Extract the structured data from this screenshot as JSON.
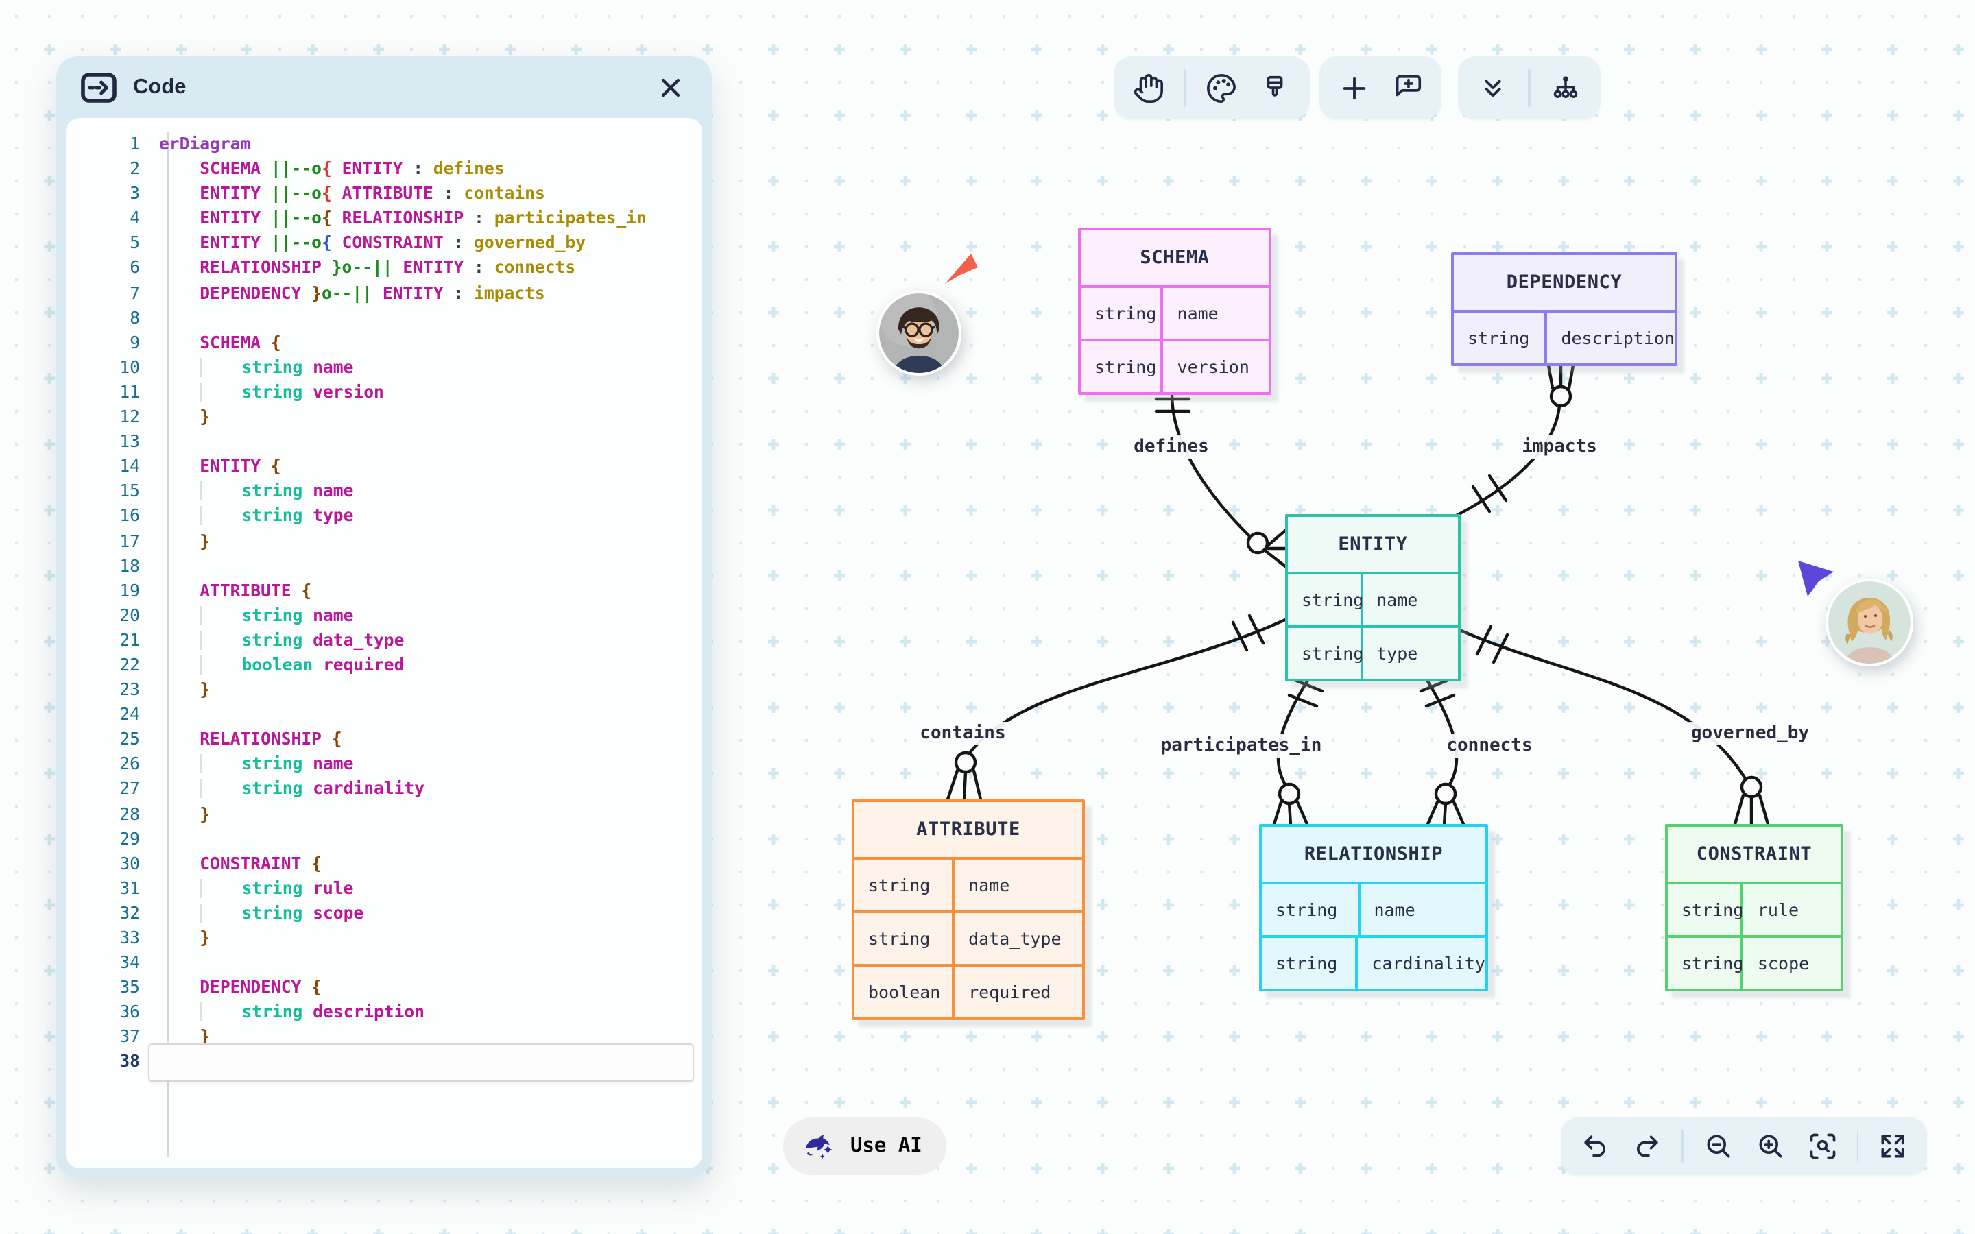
{
  "panel": {
    "title": "Code",
    "header_bg": "#d9eaf2",
    "icons": [
      "code-panel-icon",
      "close-icon"
    ]
  },
  "code": {
    "active_line": 38,
    "total_lines": 38,
    "token_colors": {
      "kw": "#9437bd",
      "ent": "#bb1699",
      "rel": "#1d8a1d",
      "br1": "#e0342f",
      "br2": "#8a4506",
      "br3": "#2d5bd6",
      "pun": "#3b3b4f",
      "lbl": "#a98b00",
      "typ": "#16bd9b",
      "att": "#bb1699"
    },
    "lines": [
      [
        [
          "erDiagram",
          "kw"
        ]
      ],
      [
        [
          "    ",
          "ws"
        ],
        [
          "SCHEMA ",
          "ent"
        ],
        [
          "||--o",
          "rel"
        ],
        [
          "{",
          "br1"
        ],
        [
          " ",
          "ws"
        ],
        [
          "ENTITY",
          "ent"
        ],
        [
          " : ",
          "pun"
        ],
        [
          "defines",
          "lbl"
        ]
      ],
      [
        [
          "    ",
          "ws"
        ],
        [
          "ENTITY ",
          "ent"
        ],
        [
          "||--o",
          "rel"
        ],
        [
          "{",
          "br1"
        ],
        [
          " ",
          "ws"
        ],
        [
          "ATTRIBUTE",
          "ent"
        ],
        [
          " : ",
          "pun"
        ],
        [
          "contains",
          "lbl"
        ]
      ],
      [
        [
          "    ",
          "ws"
        ],
        [
          "ENTITY ",
          "ent"
        ],
        [
          "||--o",
          "rel"
        ],
        [
          "{",
          "br2"
        ],
        [
          " ",
          "ws"
        ],
        [
          "RELATIONSHIP",
          "ent"
        ],
        [
          " : ",
          "pun"
        ],
        [
          "participates_in",
          "lbl"
        ]
      ],
      [
        [
          "    ",
          "ws"
        ],
        [
          "ENTITY ",
          "ent"
        ],
        [
          "||--o",
          "rel"
        ],
        [
          "{",
          "br3"
        ],
        [
          " ",
          "ws"
        ],
        [
          "CONSTRAINT",
          "ent"
        ],
        [
          " : ",
          "pun"
        ],
        [
          "governed_by",
          "lbl"
        ]
      ],
      [
        [
          "    ",
          "ws"
        ],
        [
          "RELATIONSHIP ",
          "ent"
        ],
        [
          "}o--||",
          "rel"
        ],
        [
          " ",
          "ws"
        ],
        [
          "ENTITY",
          "ent"
        ],
        [
          " : ",
          "pun"
        ],
        [
          "connects",
          "lbl"
        ]
      ],
      [
        [
          "    ",
          "ws"
        ],
        [
          "DEPENDENCY ",
          "ent"
        ],
        [
          "}",
          "br2"
        ],
        [
          "o--||",
          "rel"
        ],
        [
          " ",
          "ws"
        ],
        [
          "ENTITY",
          "ent"
        ],
        [
          " : ",
          "pun"
        ],
        [
          "impacts",
          "lbl"
        ]
      ],
      [],
      [
        [
          "    ",
          "ws"
        ],
        [
          "SCHEMA ",
          "ent"
        ],
        [
          "{",
          "br2"
        ]
      ],
      [
        [
          "    ",
          "ws"
        ],
        [
          "    ",
          "ig"
        ],
        [
          "string",
          "typ"
        ],
        [
          " ",
          "ws"
        ],
        [
          "name",
          "att"
        ]
      ],
      [
        [
          "    ",
          "ws"
        ],
        [
          "    ",
          "ig"
        ],
        [
          "string",
          "typ"
        ],
        [
          " ",
          "ws"
        ],
        [
          "version",
          "att"
        ]
      ],
      [
        [
          "    ",
          "ws"
        ],
        [
          "}",
          "br2"
        ]
      ],
      [],
      [
        [
          "    ",
          "ws"
        ],
        [
          "ENTITY ",
          "ent"
        ],
        [
          "{",
          "br2"
        ]
      ],
      [
        [
          "    ",
          "ws"
        ],
        [
          "    ",
          "ig"
        ],
        [
          "string",
          "typ"
        ],
        [
          " ",
          "ws"
        ],
        [
          "name",
          "att"
        ]
      ],
      [
        [
          "    ",
          "ws"
        ],
        [
          "    ",
          "ig"
        ],
        [
          "string",
          "typ"
        ],
        [
          " ",
          "ws"
        ],
        [
          "type",
          "att"
        ]
      ],
      [
        [
          "    ",
          "ws"
        ],
        [
          "}",
          "br2"
        ]
      ],
      [],
      [
        [
          "    ",
          "ws"
        ],
        [
          "ATTRIBUTE ",
          "ent"
        ],
        [
          "{",
          "br2"
        ]
      ],
      [
        [
          "    ",
          "ws"
        ],
        [
          "    ",
          "ig"
        ],
        [
          "string",
          "typ"
        ],
        [
          " ",
          "ws"
        ],
        [
          "name",
          "att"
        ]
      ],
      [
        [
          "    ",
          "ws"
        ],
        [
          "    ",
          "ig"
        ],
        [
          "string",
          "typ"
        ],
        [
          " ",
          "ws"
        ],
        [
          "data_type",
          "att"
        ]
      ],
      [
        [
          "    ",
          "ws"
        ],
        [
          "    ",
          "ig"
        ],
        [
          "boolean",
          "typ"
        ],
        [
          " ",
          "ws"
        ],
        [
          "required",
          "att"
        ]
      ],
      [
        [
          "    ",
          "ws"
        ],
        [
          "}",
          "br2"
        ]
      ],
      [],
      [
        [
          "    ",
          "ws"
        ],
        [
          "RELATIONSHIP ",
          "ent"
        ],
        [
          "{",
          "br2"
        ]
      ],
      [
        [
          "    ",
          "ws"
        ],
        [
          "    ",
          "ig"
        ],
        [
          "string",
          "typ"
        ],
        [
          " ",
          "ws"
        ],
        [
          "name",
          "att"
        ]
      ],
      [
        [
          "    ",
          "ws"
        ],
        [
          "    ",
          "ig"
        ],
        [
          "string",
          "typ"
        ],
        [
          " ",
          "ws"
        ],
        [
          "cardinality",
          "att"
        ]
      ],
      [
        [
          "    ",
          "ws"
        ],
        [
          "}",
          "br2"
        ]
      ],
      [],
      [
        [
          "    ",
          "ws"
        ],
        [
          "CONSTRAINT ",
          "ent"
        ],
        [
          "{",
          "br2"
        ]
      ],
      [
        [
          "    ",
          "ws"
        ],
        [
          "    ",
          "ig"
        ],
        [
          "string",
          "typ"
        ],
        [
          " ",
          "ws"
        ],
        [
          "rule",
          "att"
        ]
      ],
      [
        [
          "    ",
          "ws"
        ],
        [
          "    ",
          "ig"
        ],
        [
          "string",
          "typ"
        ],
        [
          " ",
          "ws"
        ],
        [
          "scope",
          "att"
        ]
      ],
      [
        [
          "    ",
          "ws"
        ],
        [
          "}",
          "br2"
        ]
      ],
      [],
      [
        [
          "    ",
          "ws"
        ],
        [
          "DEPENDENCY ",
          "ent"
        ],
        [
          "{",
          "br2"
        ]
      ],
      [
        [
          "    ",
          "ws"
        ],
        [
          "    ",
          "ig"
        ],
        [
          "string",
          "typ"
        ],
        [
          " ",
          "ws"
        ],
        [
          "description",
          "att"
        ]
      ],
      [
        [
          "    ",
          "ws"
        ],
        [
          "}",
          "br2"
        ]
      ],
      []
    ]
  },
  "toolbars": {
    "top_groups": [
      {
        "icons": [
          "hand-icon",
          "palette-icon",
          "paintbrush-icon"
        ]
      },
      {
        "icons": [
          "plus-icon",
          "comment-plus-icon"
        ]
      },
      {
        "icons": [
          "chevrons-down-icon",
          "hierarchy-icon"
        ]
      }
    ],
    "bottom_icons": [
      "undo-icon",
      "redo-icon",
      "zoom-out-icon",
      "zoom-in-icon",
      "zoom-fit-icon",
      "fullscreen-icon"
    ],
    "pill_bg": "#e8f1f6",
    "icon_color": "#232742"
  },
  "ai_button": {
    "label": "Use AI",
    "icon": "dolphin-sparkle-icon",
    "bg": "#dfe1f8",
    "fg": "#312a9b"
  },
  "collaborators": [
    {
      "id": "collaborator-1",
      "cursor_color": "#f4604c"
    },
    {
      "id": "collaborator-2",
      "cursor_color": "#5a49d8"
    }
  ],
  "canvas": {
    "bg": "#fcfdfd",
    "dot_color": "#d7ecf2",
    "plus_color": "#d3e9f1"
  },
  "diagram": {
    "edge_color": "#161616",
    "entities": [
      {
        "id": "SCHEMA",
        "name": "SCHEMA",
        "border": "#ee6ff2",
        "fill": "#fdf0fe",
        "rows": [
          [
            "string",
            "name"
          ],
          [
            "string",
            "version"
          ]
        ]
      },
      {
        "id": "DEPENDENCY",
        "name": "DEPENDENCY",
        "border": "#8b7cf0",
        "fill": "#f2effc",
        "rows": [
          [
            "string",
            "description"
          ]
        ]
      },
      {
        "id": "ENTITY",
        "name": "ENTITY",
        "border": "#29c3a9",
        "fill": "#edfaf6",
        "rows": [
          [
            "string",
            "name"
          ],
          [
            "string",
            "type"
          ]
        ]
      },
      {
        "id": "ATTRIBUTE",
        "name": "ATTRIBUTE",
        "border": "#f6923e",
        "fill": "#fdf3e9",
        "rows": [
          [
            "string",
            "name"
          ],
          [
            "string",
            "data_type"
          ],
          [
            "boolean",
            "required"
          ]
        ]
      },
      {
        "id": "RELATIONSHIP",
        "name": "RELATIONSHIP",
        "border": "#27d2f0",
        "fill": "#e3f8fd",
        "rows": [
          [
            "string",
            "name"
          ],
          [
            "string",
            "cardinality"
          ]
        ]
      },
      {
        "id": "CONSTRAINT",
        "name": "CONSTRAINT",
        "border": "#52d36d",
        "fill": "#eefbf0",
        "rows": [
          [
            "string",
            "rule"
          ],
          [
            "string",
            "scope"
          ]
        ]
      }
    ],
    "edges": [
      {
        "from": "SCHEMA",
        "to": "ENTITY",
        "label": "defines",
        "notation": "||--o{"
      },
      {
        "from": "ENTITY",
        "to": "ATTRIBUTE",
        "label": "contains",
        "notation": "||--o{"
      },
      {
        "from": "ENTITY",
        "to": "RELATIONSHIP",
        "label": "participates_in",
        "notation": "||--o{"
      },
      {
        "from": "ENTITY",
        "to": "CONSTRAINT",
        "label": "governed_by",
        "notation": "||--o{"
      },
      {
        "from": "RELATIONSHIP",
        "to": "ENTITY",
        "label": "connects",
        "notation": "}o--||"
      },
      {
        "from": "DEPENDENCY",
        "to": "ENTITY",
        "label": "impacts",
        "notation": "}o--||"
      }
    ]
  }
}
